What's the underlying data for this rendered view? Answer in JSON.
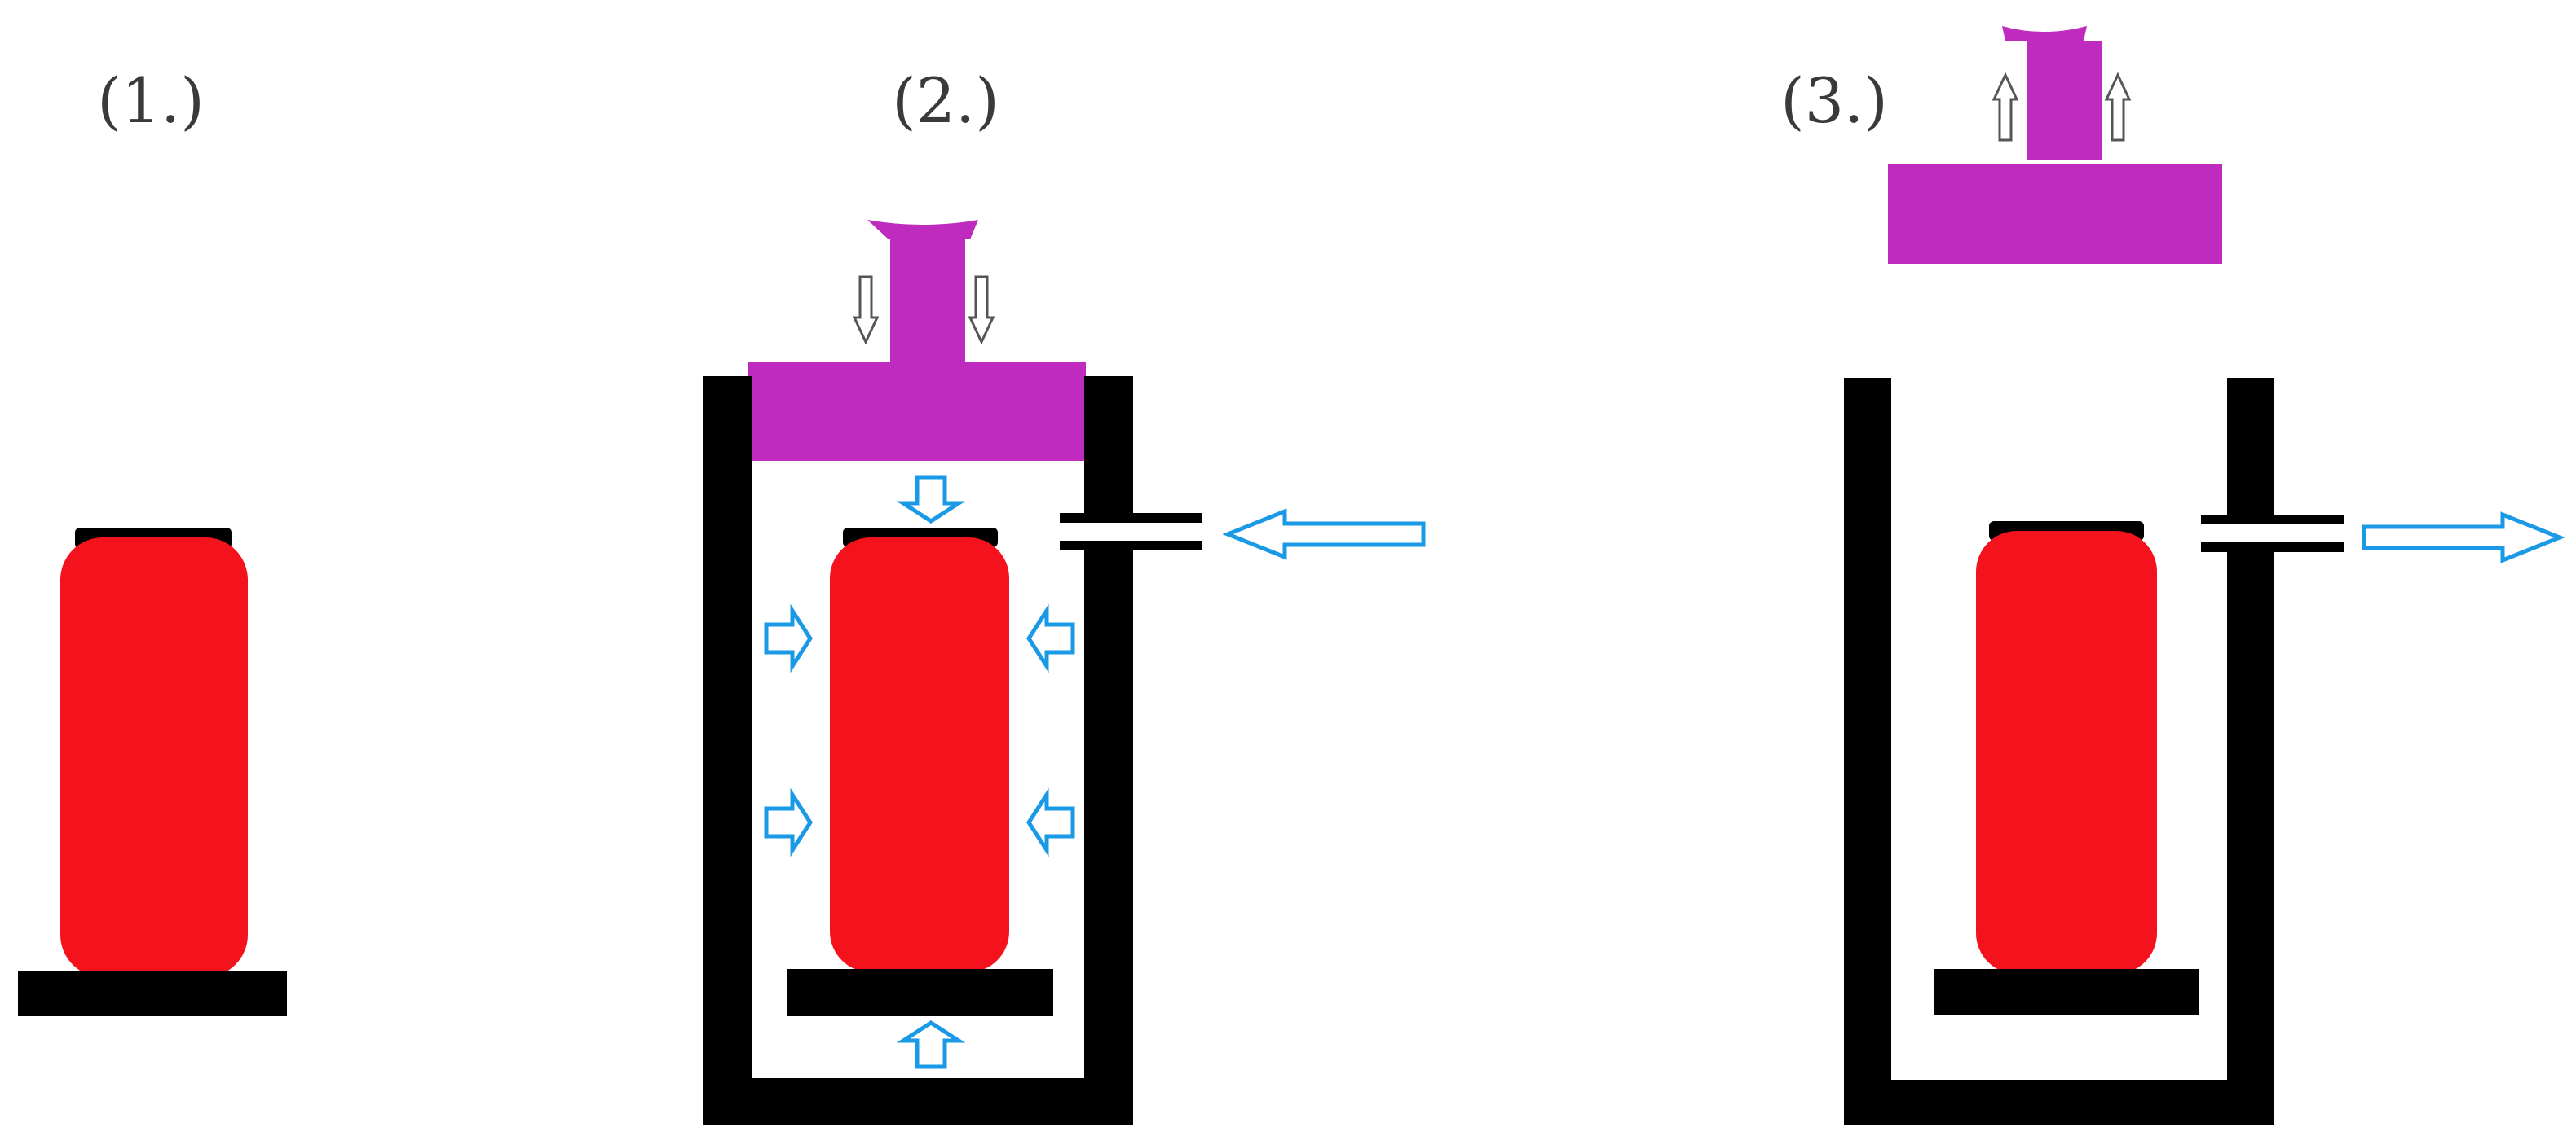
{
  "colors": {
    "background": "#ffffff",
    "container": "#000000",
    "piston": "#bf2abf",
    "part": "#f4121c",
    "flow_arrow": "#1a9ae6",
    "motion_arrow": "#555555"
  },
  "steps": [
    {
      "label": "(1.)",
      "icons": [
        "part-icon",
        "base-plate-icon"
      ]
    },
    {
      "label": "(2.)",
      "icons": [
        "container-icon",
        "piston-icon",
        "pressure-arrow-icon",
        "inlet-arrow-icon",
        "piston-down-arrow-icon"
      ]
    },
    {
      "label": "(3.)",
      "icons": [
        "container-icon",
        "piston-icon",
        "outlet-arrow-icon",
        "piston-up-arrow-icon"
      ]
    }
  ]
}
